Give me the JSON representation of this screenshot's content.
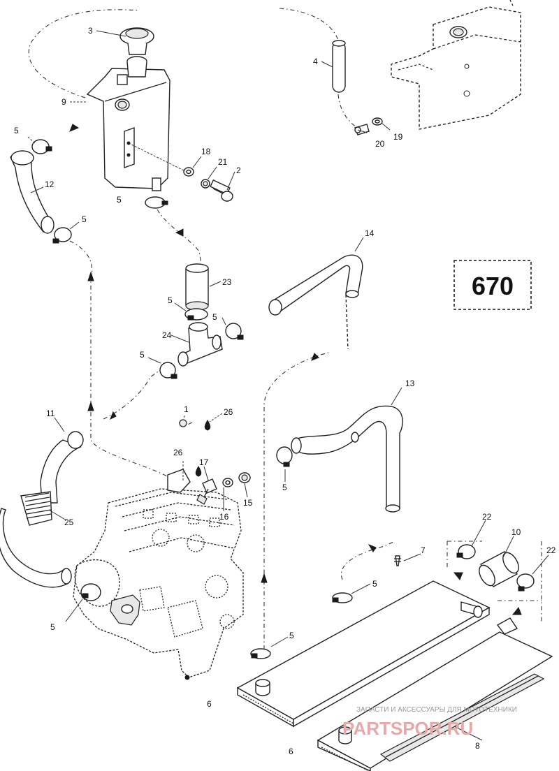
{
  "diagram": {
    "page_number": "670",
    "callouts": {
      "c1": "1",
      "c2": "2",
      "c3": "3",
      "c4": "4",
      "c5a": "5",
      "c5b": "5",
      "c5c": "5",
      "c5d": "5",
      "c5e": "5",
      "c5f": "5",
      "c5g": "5",
      "c5h": "5",
      "c5i": "5",
      "c5j": "5",
      "c6a": "6",
      "c6b": "6",
      "c7": "7",
      "c8": "8",
      "c9": "9",
      "c10": "10",
      "c11": "11",
      "c12": "12",
      "c13": "13",
      "c14": "14",
      "c15": "15",
      "c16": "16",
      "c17": "17",
      "c18": "18",
      "c19": "19",
      "c20": "20",
      "c21": "21",
      "c22a": "22",
      "c22b": "22",
      "c23": "23",
      "c24": "24",
      "c25": "25",
      "c26a": "26",
      "c26b": "26"
    },
    "watermark": {
      "tagline": "ЗАПАСТИ И АКСЕССУАРЫ ДЛЯ МОТОТЕХНИКИ",
      "brand": "PARTSPOR.RU"
    }
  }
}
